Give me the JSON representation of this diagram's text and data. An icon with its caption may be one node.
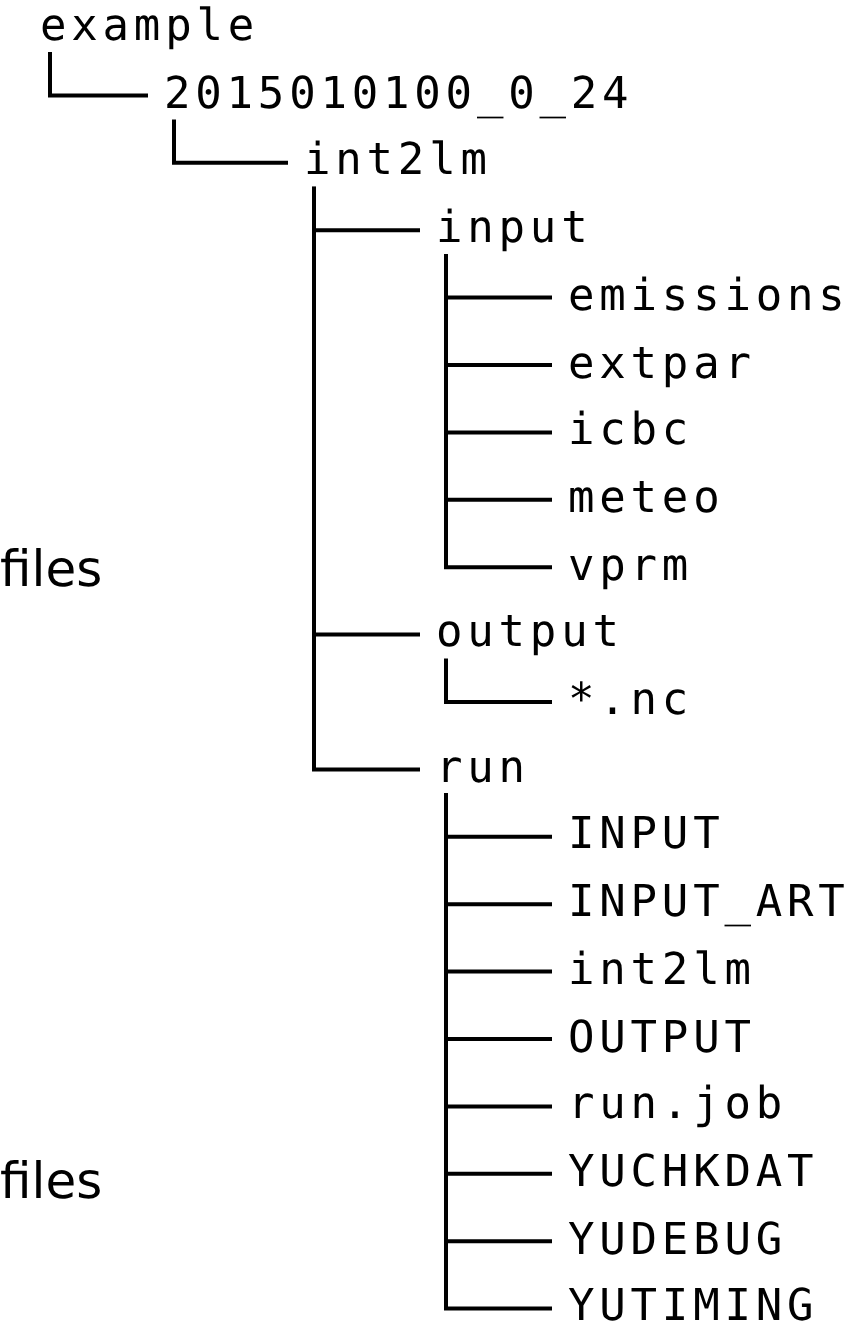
{
  "diagram": {
    "nodes": [
      {
        "text": [
          "example"
        ]
      },
      {
        "text": [
          "2015010100_0_24"
        ]
      },
      {
        "text": [
          "int2lm"
        ]
      },
      {
        "text": [
          "input"
        ]
      },
      {
        "text": [
          "emissions"
        ]
      },
      {
        "text": [
          "extpar"
        ]
      },
      {
        "text": [
          "icbc"
        ]
      },
      {
        "text": [
          "meteo"
        ]
      },
      {
        "text": [
          "vprm"
        ]
      },
      {
        "text": [
          "output"
        ]
      },
      {
        "text": [
          "*.nc"
        ]
      },
      {
        "text": [
          "run"
        ]
      },
      {
        "text": [
          "INPUT"
        ]
      },
      {
        "text": [
          "INPUT_ART"
        ]
      },
      {
        "text": [
          "int2lm"
        ]
      },
      {
        "text": [
          "OUTPUT"
        ]
      },
      {
        "text": [
          "run.job"
        ]
      },
      {
        "text": [
          "YUCHKDAT"
        ]
      },
      {
        "text": [
          "YUDEBUG"
        ]
      },
      {
        "text": [
          "YUTIMING"
        ]
      }
    ],
    "edges": [
      {
        "from": 0,
        "to": 1,
        "arrow": "none"
      },
      {
        "from": 1,
        "to": 2,
        "arrow": "none"
      },
      {
        "from": 2,
        "to": 3,
        "arrow": "none"
      },
      {
        "from": 3,
        "to": 4,
        "arrow": "none"
      },
      {
        "from": 3,
        "to": 5,
        "arrow": "none"
      },
      {
        "from": 3,
        "to": 6,
        "arrow": "none"
      },
      {
        "from": 3,
        "to": 7,
        "arrow": "none"
      },
      {
        "from": 3,
        "to": 8,
        "arrow": "none"
      },
      {
        "from": 2,
        "to": 9,
        "arrow": "none"
      },
      {
        "from": 9,
        "to": 10,
        "arrow": "none"
      },
      {
        "from": 2,
        "to": 11,
        "arrow": "none"
      },
      {
        "from": 11,
        "to": 12,
        "arrow": "none"
      },
      {
        "from": 11,
        "to": 13,
        "arrow": "none"
      },
      {
        "from": 11,
        "to": 14,
        "arrow": "none"
      },
      {
        "from": 11,
        "to": 15,
        "arrow": "none"
      },
      {
        "from": 11,
        "to": 16,
        "arrow": "none"
      },
      {
        "from": 11,
        "to": 17,
        "arrow": "none"
      },
      {
        "from": 11,
        "to": 18,
        "arrow": "none"
      },
      {
        "from": 11,
        "to": 19,
        "arrow": "none"
      }
    ],
    "labels": [
      "files",
      "files"
    ]
  }
}
